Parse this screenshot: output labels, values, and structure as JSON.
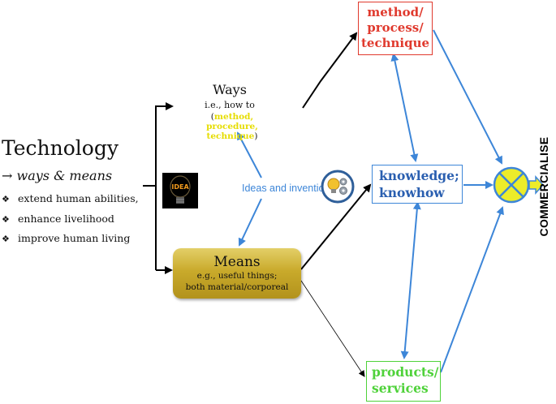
{
  "left": {
    "title": "Technology",
    "ways_means": "→ ways & means",
    "bullets": [
      "extend human abilities,",
      "enhance livelihood",
      "improve human living"
    ]
  },
  "ways": {
    "title": "Ways",
    "subtitle": "i.e., how to",
    "items_line1": "method, procedure,",
    "items_line2": "technique",
    "open_paren": "(",
    "close_paren": ")"
  },
  "ideas_label": "Ideas and inventions",
  "idea_bulb_text": "IDEA",
  "means": {
    "title": "Means",
    "sub1": "e.g., useful things;",
    "sub2": "both material/corporeal"
  },
  "method_box": [
    "method/",
    "process/",
    "technique"
  ],
  "knowledge_box": [
    "knowledge;",
    "knowhow"
  ],
  "products_box": [
    "products/",
    "services"
  ],
  "commercialise": "COMMERCIALISE",
  "colors": {
    "red": "#e03a2e",
    "blue": "#3d86d8",
    "green": "#4fd23a",
    "yellow": "#e6dd00",
    "gold": "#c9aa2b",
    "circle_fill": "#ecec2a"
  }
}
